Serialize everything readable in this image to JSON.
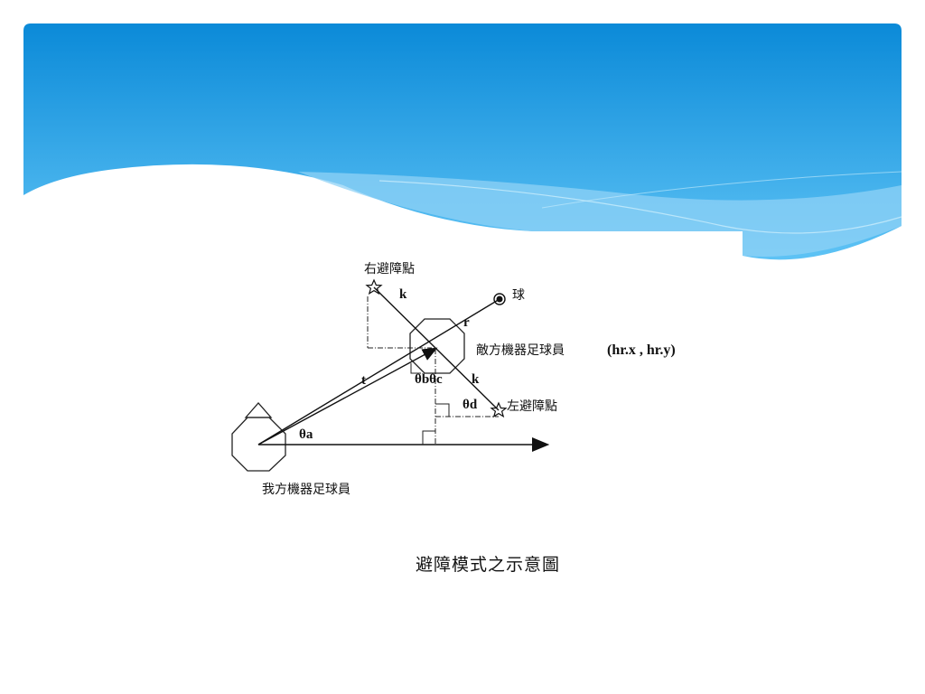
{
  "theme": {
    "banner_top": "#0b8ad8",
    "banner_bottom": "#5cc0f4",
    "wave_light": "#9fd8f6"
  },
  "diagram": {
    "labels": {
      "right_avoid_point": "右避障點",
      "left_avoid_point": "左避障點",
      "ball": "球",
      "enemy_robot": "敵方機器足球員",
      "enemy_coords": "(hr.x , hr.y)",
      "our_robot": "我方機器足球員",
      "k_upper": "k",
      "k_lower": "k",
      "r": "r",
      "t": "t",
      "theta_a": "θa",
      "theta_bc": "θbθc",
      "theta_d": "θd"
    }
  },
  "caption": "避障模式之示意圖"
}
